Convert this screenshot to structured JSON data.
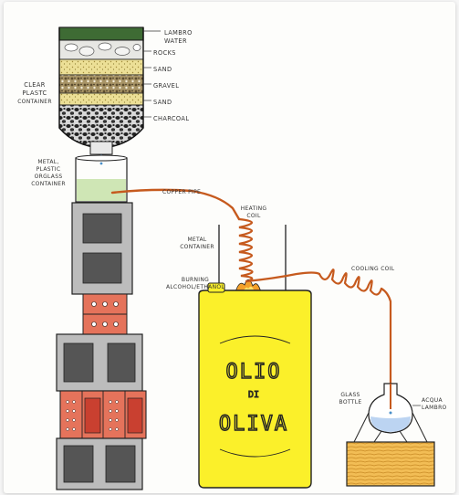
{
  "labels": {
    "lambro_water": [
      "LAMBRO",
      "WATER"
    ],
    "rocks": "ROCKS",
    "sand_top": "SAND",
    "gravel": "GRAVEL",
    "sand_bottom": "SAND",
    "charcoal": "CHARCOAL",
    "clear_plastic_container": [
      "CLEAR",
      "PLASTC",
      "CONTAINER"
    ],
    "metal_plastic_glass_container": [
      "METAL,",
      "PLASTIC",
      "ORGLASS",
      "CONTAINER"
    ],
    "copper_pipe": "COPPER PIPE",
    "heating_coil": [
      "HEATING",
      "COIL"
    ],
    "metal_container": [
      "METAL",
      "CONTAINER"
    ],
    "cooling_coil": "COOLING COIL",
    "burning_alcohol": [
      "BURNING",
      "ALCOHOL/ETHANOL"
    ],
    "glass_bottle": [
      "GLASS",
      "BOTTLE"
    ],
    "acqua_lambro": [
      "ACQUA",
      "LAMBRO"
    ]
  },
  "can_text": [
    "OLIO",
    "DI",
    "OLIVA"
  ],
  "colors": {
    "water_green": "#3e6b34",
    "rocks": "#e4e4e0",
    "sand": "#e9d98b",
    "gravel": "#8a7650",
    "charcoal": "#2c2c2c",
    "clear_water": "#cfe6b5",
    "copper": "#c65a1e",
    "cinder_block": "#bcbcbc",
    "block_hole": "#555555",
    "brick": "#e5735b",
    "can_yellow": "#fbf02a",
    "flame": "#f4a02a",
    "wood": "#f2bd55",
    "glass_water": "#bcd4f2"
  }
}
